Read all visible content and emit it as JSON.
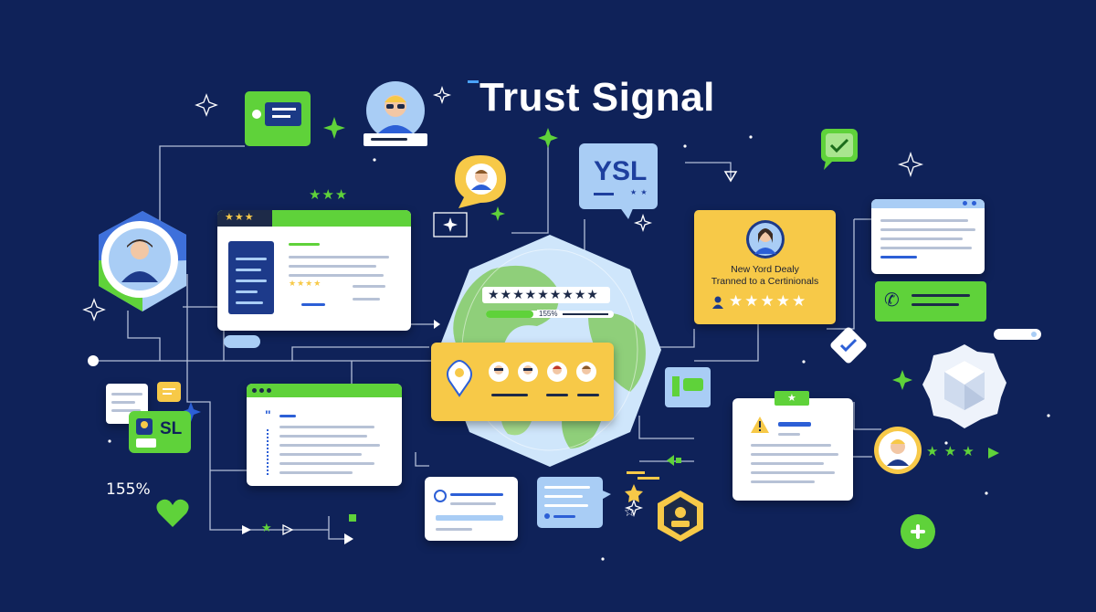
{
  "header": {
    "title": "Trust Signal"
  },
  "brand_card": {
    "text": "YSL",
    "stars": "★ ★"
  },
  "badge": {
    "text": "SL"
  },
  "stat": {
    "percent": "155%"
  },
  "globe": {
    "rating_stars": "★★★★★★★★★",
    "percent": "155%"
  },
  "testimonial": {
    "line1": "New Yord Dealy",
    "line2": "Tranned to a Certinionals",
    "stars": "★★★★★"
  },
  "ratings": {
    "browser_top": "★★★",
    "floating": "★★★",
    "small": "★★★★",
    "bottom_right": "★ ★ ★"
  },
  "colors": {
    "background": "#0f2259",
    "green": "#5fd23a",
    "gold": "#f7c948",
    "blue": "#2c5fd6",
    "light_blue": "#a9cdf5"
  }
}
